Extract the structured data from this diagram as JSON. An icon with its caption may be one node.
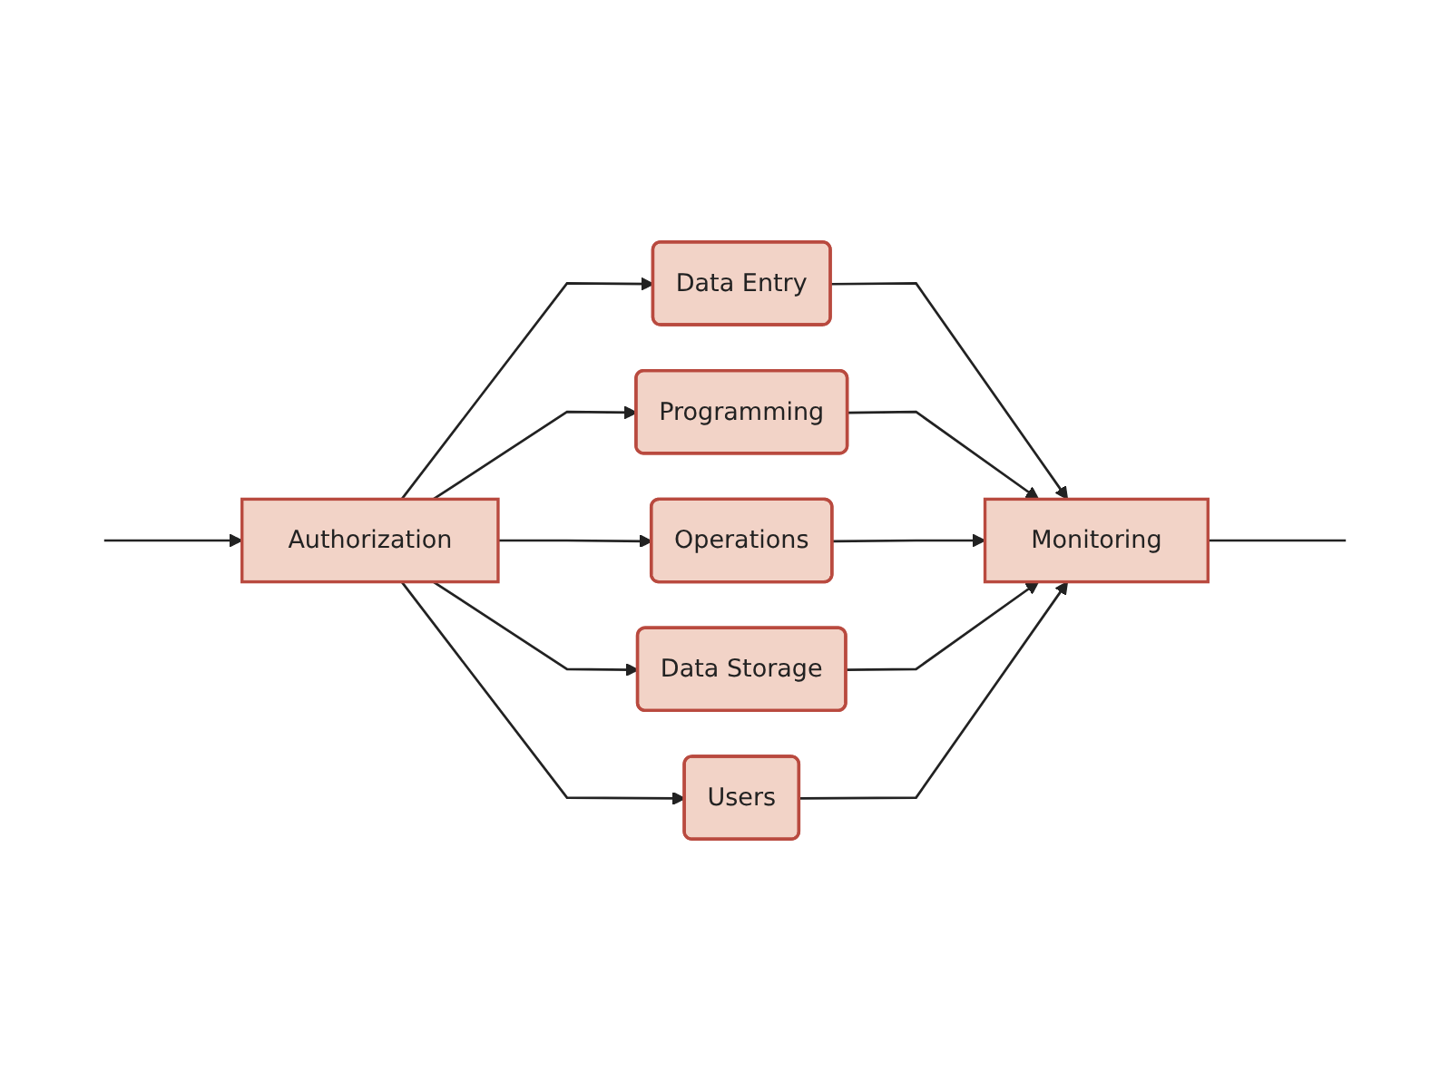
{
  "diagram": {
    "nodes": [
      {
        "text": [
          "Authorization"
        ]
      },
      {
        "text": [
          "Data Entry"
        ]
      },
      {
        "text": [
          "Programming"
        ]
      },
      {
        "text": [
          "Operations"
        ]
      },
      {
        "text": [
          "Data Storage"
        ]
      },
      {
        "text": [
          "Users"
        ]
      },
      {
        "text": [
          "Monitoring"
        ]
      }
    ],
    "edges": [
      {
        "from": 0,
        "to": 1,
        "arrow": "to"
      },
      {
        "from": 0,
        "to": 2,
        "arrow": "to"
      },
      {
        "from": 0,
        "to": 3,
        "arrow": "to"
      },
      {
        "from": 0,
        "to": 4,
        "arrow": "to"
      },
      {
        "from": 0,
        "to": 5,
        "arrow": "to"
      },
      {
        "from": 1,
        "to": 6,
        "arrow": "to"
      },
      {
        "from": 2,
        "to": 6,
        "arrow": "to"
      },
      {
        "from": 3,
        "to": 6,
        "arrow": "to"
      },
      {
        "from": 4,
        "to": 6,
        "arrow": "to"
      },
      {
        "from": 5,
        "to": 6,
        "arrow": "to"
      },
      {
        "from": null,
        "to": 0,
        "arrow": "to"
      },
      {
        "from": 6,
        "to": null,
        "arrow": "none"
      }
    ]
  }
}
